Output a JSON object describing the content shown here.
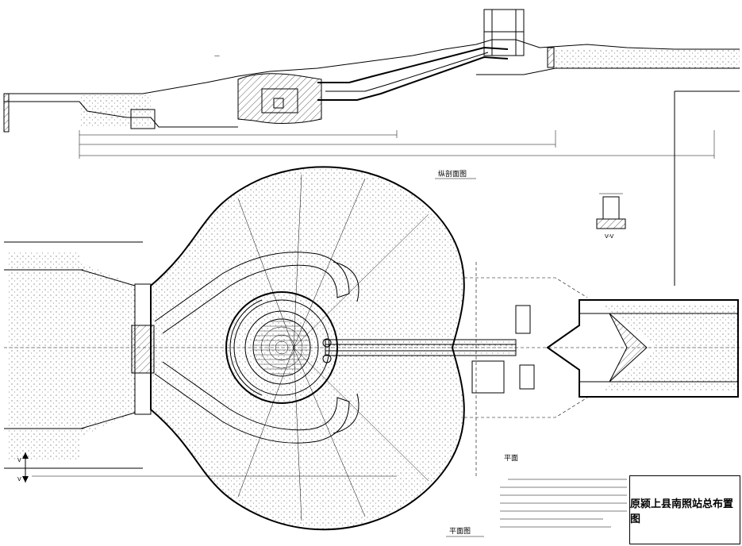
{
  "title": "原颍上县南照站总布置图",
  "labels": {
    "longitudinal_section": "纵剖面图",
    "plan": "平面图",
    "plan_small": "平面",
    "section": "V-V",
    "section_arrow": "V"
  }
}
